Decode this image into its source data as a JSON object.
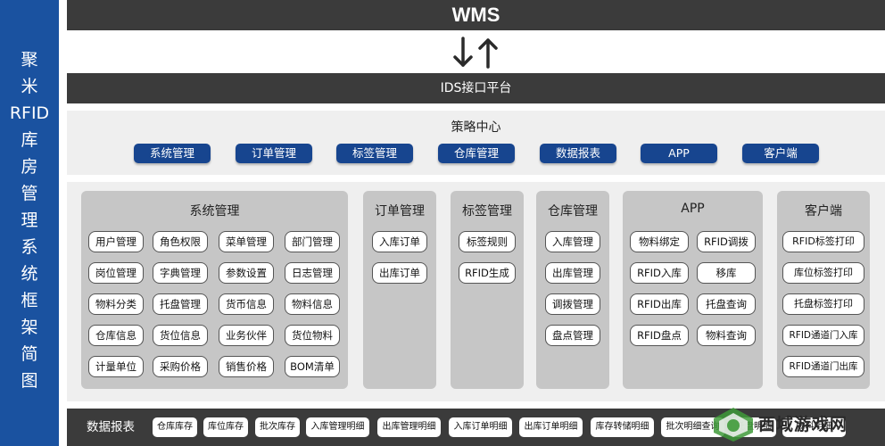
{
  "side": {
    "title_chars": [
      "聚",
      "米",
      "RFID",
      "库",
      "房",
      "管",
      "理",
      "系",
      "统",
      "框",
      "架",
      "简",
      "图"
    ]
  },
  "top": {
    "wms": "WMS",
    "ids": "IDS接口平台"
  },
  "strategy": {
    "title": "策略中心",
    "pills": [
      "系统管理",
      "订单管理",
      "标签管理",
      "仓库管理",
      "数据报表",
      "APP",
      "客户端"
    ]
  },
  "modules": [
    {
      "title": "系统管理",
      "items": [
        "用户管理",
        "角色权限",
        "菜单管理",
        "部门管理",
        "岗位管理",
        "字典管理",
        "参数设置",
        "日志管理",
        "物料分类",
        "托盘管理",
        "货币信息",
        "物料信息",
        "仓库信息",
        "货位信息",
        "业务伙伴",
        "货位物料",
        "计量单位",
        "采购价格",
        "销售价格",
        "BOM清单"
      ]
    },
    {
      "title": "订单管理",
      "items": [
        "入库订单",
        "出库订单"
      ]
    },
    {
      "title": "标签管理",
      "items": [
        "标签规则",
        "RFID生成"
      ]
    },
    {
      "title": "仓库管理",
      "items": [
        "入库管理",
        "出库管理",
        "调拨管理",
        "盘点管理"
      ]
    },
    {
      "title": "APP",
      "items": [
        "物料绑定",
        "RFID调拨",
        "RFID入库",
        "移库",
        "RFID出库",
        "托盘查询",
        "RFID盘点",
        "物料查询"
      ]
    },
    {
      "title": "客户端",
      "items": [
        "RFID标签打印",
        "库位标签打印",
        "托盘标签打印",
        "RFID通道门入库",
        "RFID通道门出库"
      ]
    }
  ],
  "bottom": {
    "label": "数据报表",
    "reports": [
      "仓库库存",
      "库位库存",
      "批次库存",
      "入库管理明细",
      "出库管理明细",
      "入库订单明细",
      "出库订单明细",
      "库存转储明细",
      "批次明细查询",
      "托盘明细",
      "物料明细"
    ]
  },
  "watermark": {
    "text": "西域游戏网"
  },
  "colors": {
    "banner": "#1a52a0",
    "pill": "#17458f",
    "bar": "#3b3b3b",
    "panel": "#c6c6c6",
    "area": "#efefef"
  }
}
